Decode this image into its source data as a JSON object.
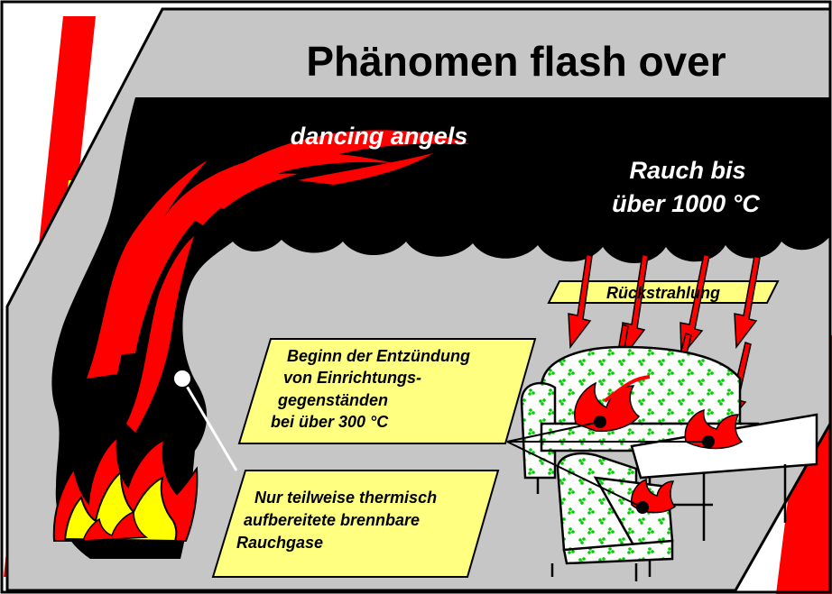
{
  "title": "Phänomen flash over",
  "labels": {
    "dancing_angels": "dancing angels",
    "smoke_line1": "Rauch bis",
    "smoke_line2": "über 1000 °C",
    "radiation": "Rückstrahlung",
    "ignition": {
      "line1": "Beginn der Entzündung",
      "line2": "von Einrichtungs-",
      "line3": "gegenständen",
      "line4": "bei über 300 °C"
    },
    "gases": {
      "line1": "Nur teilweise thermisch",
      "line2": "aufbereitete brennbare",
      "line3": "Rauchgase"
    }
  },
  "colors": {
    "grey_panel": "#c6c6c6",
    "smoke": "#000000",
    "flame_red": "#ff0000",
    "flame_yellow": "#ffff00",
    "label_box": "#ffff80",
    "white_text": "#ffffff",
    "pattern_green": "#00cc00"
  }
}
